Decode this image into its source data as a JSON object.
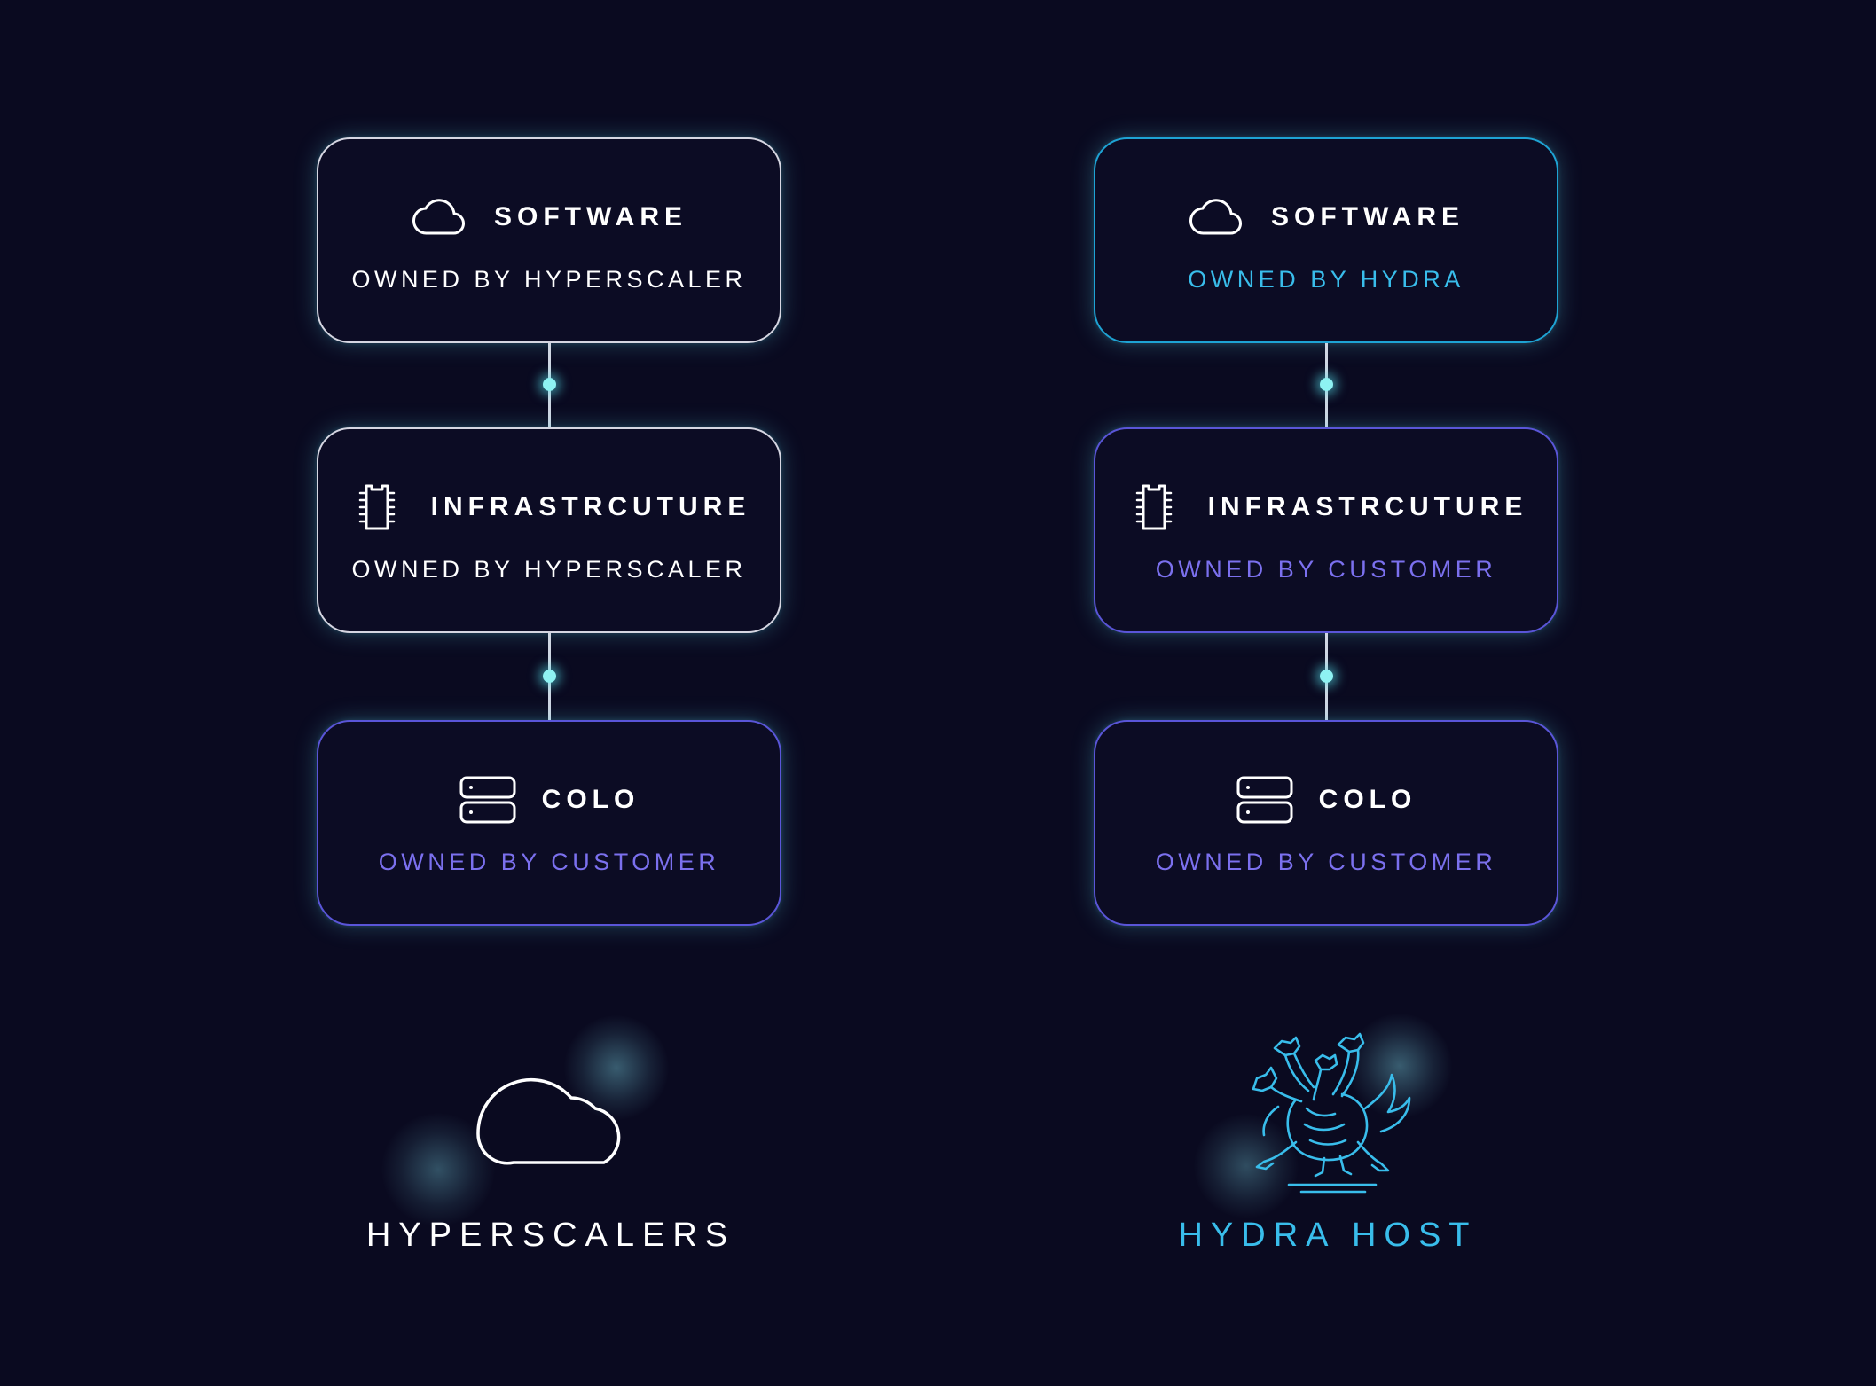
{
  "colors": {
    "background": "#0a0a20",
    "white": "#ffffff",
    "cyan": "#39bdeb",
    "purple": "#7b70ee"
  },
  "left": {
    "software": {
      "title": "SOFTWARE",
      "owner": "OWNED BY HYPERSCALER",
      "icon": "cloud-icon"
    },
    "infrastructure": {
      "title": "INFRASTRCUTURE",
      "owner": "OWNED BY HYPERSCALER",
      "icon": "chip-icon"
    },
    "colo": {
      "title": "COLO",
      "owner": "OWNED BY CUSTOMER",
      "icon": "server-icon"
    },
    "logo_icon": "cloud-logo-icon",
    "name": "HYPERSCALERS"
  },
  "right": {
    "software": {
      "title": "SOFTWARE",
      "owner": "OWNED BY HYDRA",
      "icon": "cloud-icon"
    },
    "infrastructure": {
      "title": "INFRASTRCUTURE",
      "owner": "OWNED BY CUSTOMER",
      "icon": "chip-icon"
    },
    "colo": {
      "title": "COLO",
      "owner": "OWNED BY CUSTOMER",
      "icon": "server-icon"
    },
    "logo_icon": "hydra-logo-icon",
    "name": "HYDRA HOST"
  }
}
